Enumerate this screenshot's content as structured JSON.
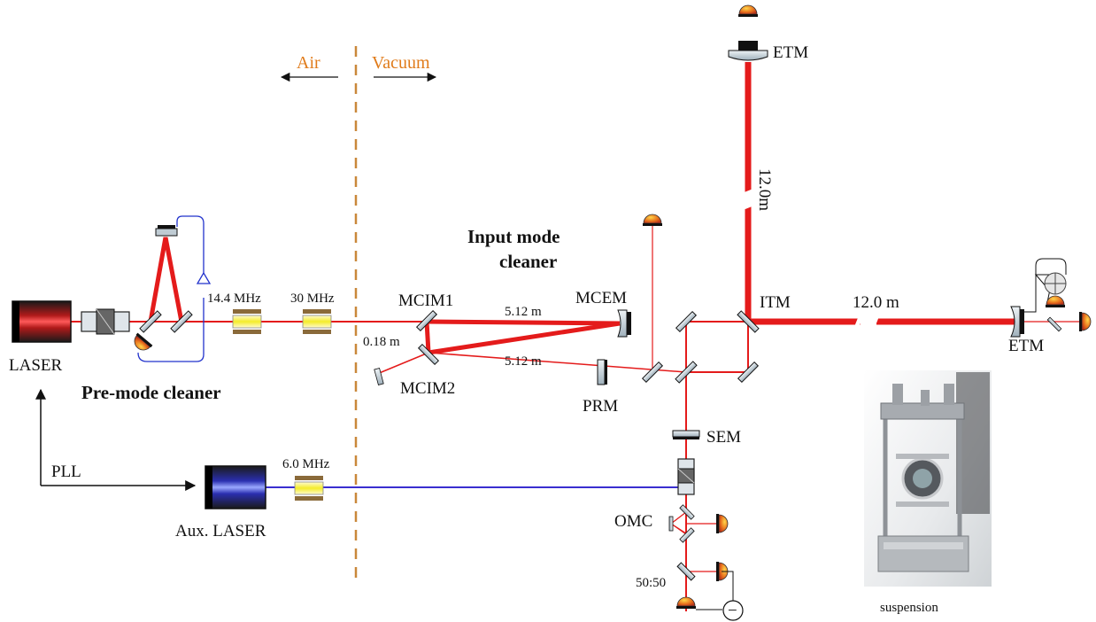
{
  "colors": {
    "main_beam": "#e41b1b",
    "aux_beam": "#3a2fd0",
    "divider": "#c9883a",
    "region_label": "#e07b1a",
    "servo_loop": "#2233cc"
  },
  "regions": {
    "air": "Air",
    "vacuum": "Vacuum"
  },
  "lasers": {
    "main": "LASER",
    "aux": "Aux. LASER"
  },
  "pmc": {
    "label": "Pre-mode cleaner"
  },
  "imc": {
    "label_line1": "Input mode",
    "label_line2": "cleaner",
    "mirror_im1": "MCIM1",
    "mirror_im2": "MCIM2",
    "mirror_em": "MCEM",
    "length_upper": "5.12 m",
    "length_lower": "5.12 m",
    "spacing": "0.18 m"
  },
  "modulators": {
    "eom1": "14.4 MHz",
    "eom2": "30 MHz",
    "aux_eom": "6.0 MHz"
  },
  "pll": "PLL",
  "interferometer": {
    "prm": "PRM",
    "sem": "SEM",
    "itm": "ITM",
    "etm_x": "ETM",
    "etm_y": "ETM",
    "arm_x_length": "12.0 m",
    "arm_y_length": "12.0m"
  },
  "detection": {
    "omc": "OMC",
    "splitter": "50:50",
    "subtract_symbol": "−"
  },
  "photo": {
    "caption": "suspension"
  }
}
